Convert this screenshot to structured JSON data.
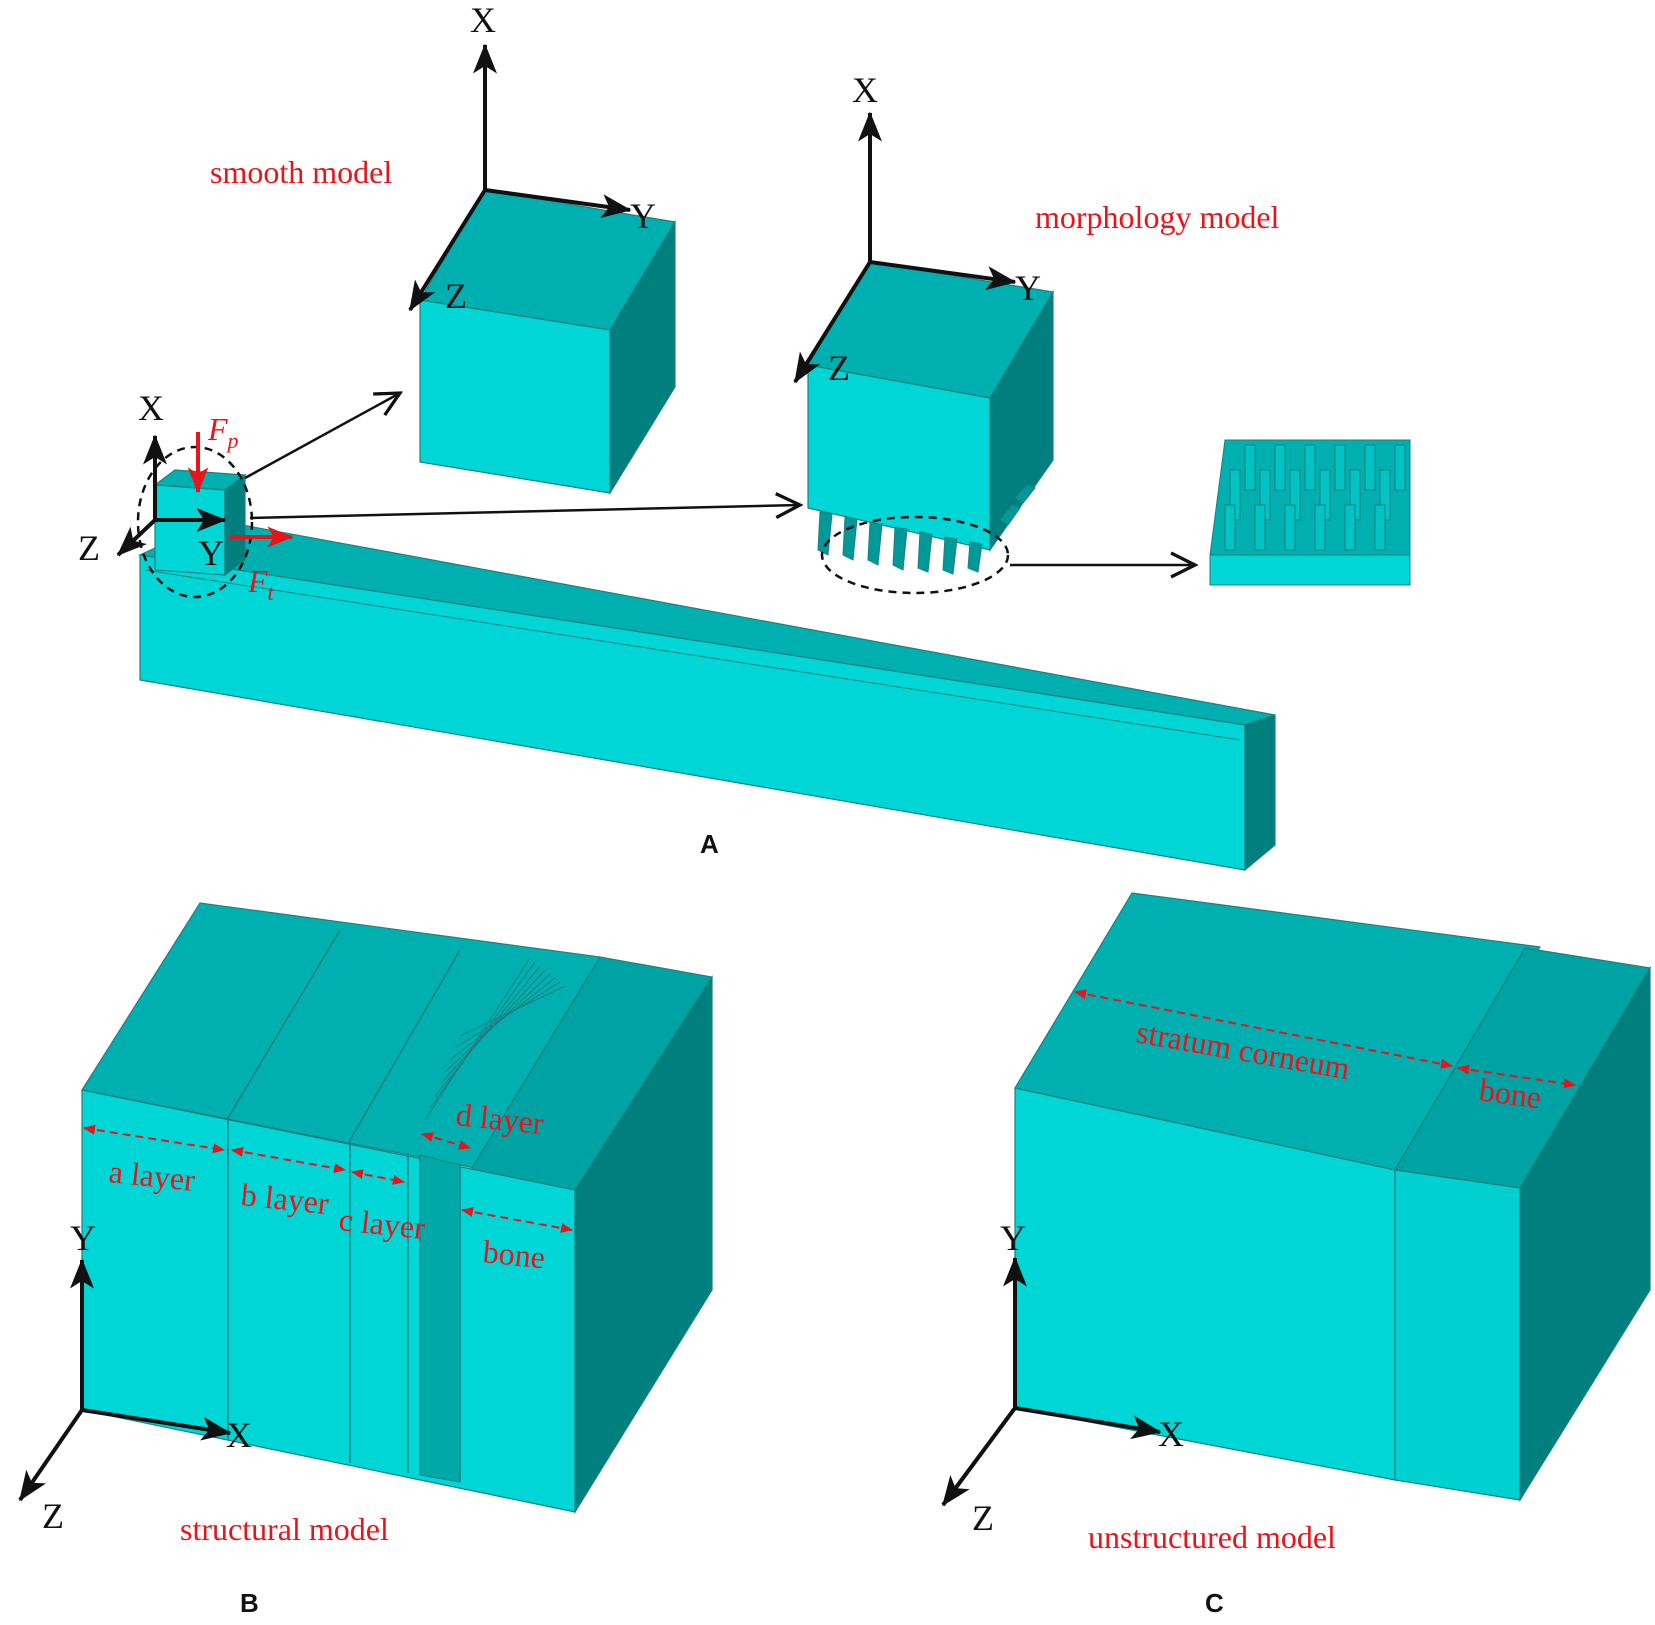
{
  "colors": {
    "front": "#00d6d6",
    "top": "#00b0b0",
    "side": "#007f7f",
    "edge": "#1f7f7f",
    "annotation": "#e8141a",
    "axis": "#111111"
  },
  "panel_a": {
    "panel_label": "A",
    "smooth_model": {
      "title": "smooth model",
      "axis_x": "X",
      "axis_y": "Y",
      "axis_z": "Z"
    },
    "morphology_model": {
      "title": "morphology model",
      "axis_x": "X",
      "axis_y": "Y",
      "axis_z": "Z"
    },
    "loading": {
      "axis_x": "X",
      "axis_y": "Y",
      "axis_z": "Z",
      "force_normal": "F",
      "force_normal_sub": "p",
      "force_tangent": "F",
      "force_tangent_sub": "t"
    }
  },
  "panel_b": {
    "panel_label": "B",
    "title": "structural model",
    "layers": [
      "a layer",
      "b layer",
      "c layer",
      "d layer",
      "bone"
    ],
    "axis_x": "X",
    "axis_y": "Y",
    "axis_z": "Z"
  },
  "panel_c": {
    "panel_label": "C",
    "title": "unstructured model",
    "layers": [
      "stratum corneum",
      "bone"
    ],
    "axis_x": "X",
    "axis_y": "Y",
    "axis_z": "Z"
  }
}
